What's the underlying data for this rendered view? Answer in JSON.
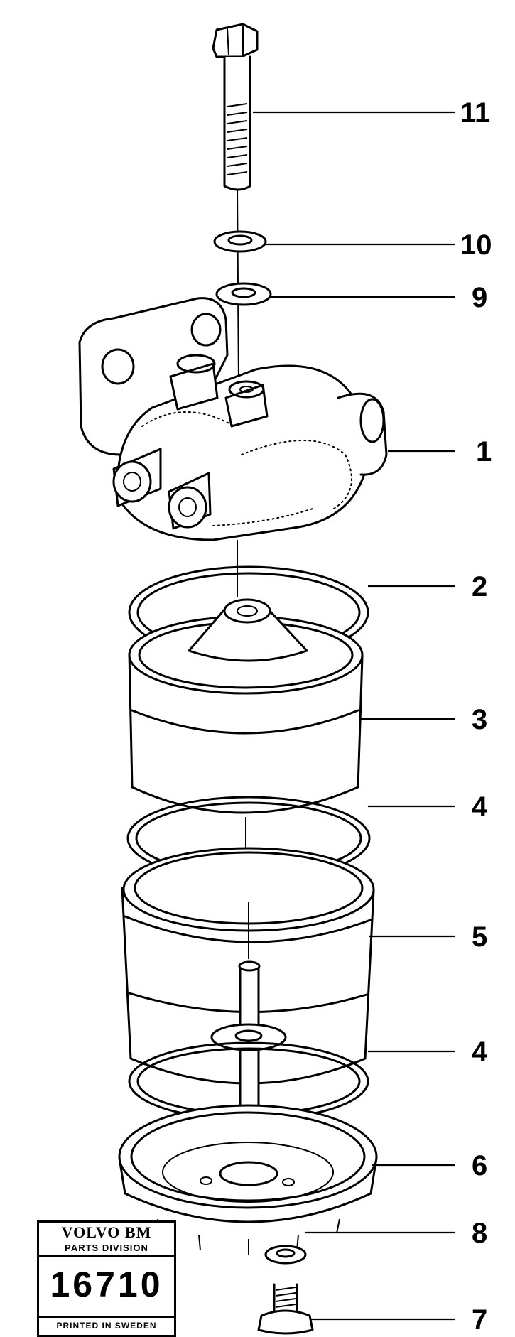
{
  "callouts": {
    "bolt": "11",
    "washer_upper": "10",
    "washer_lower": "9",
    "filter_head": "1",
    "sealing_ring_top": "2",
    "filter_element": "3",
    "gasket_upper": "4",
    "bowl": "5",
    "gasket_lower": "4",
    "bottom_cover": "6",
    "drain_washer": "8",
    "drain_plug": "7"
  },
  "stamp": {
    "brand": "VOLVO BM",
    "division": "PARTS DIVISION",
    "number": "16710",
    "footer": "PRINTED IN SWEDEN"
  }
}
